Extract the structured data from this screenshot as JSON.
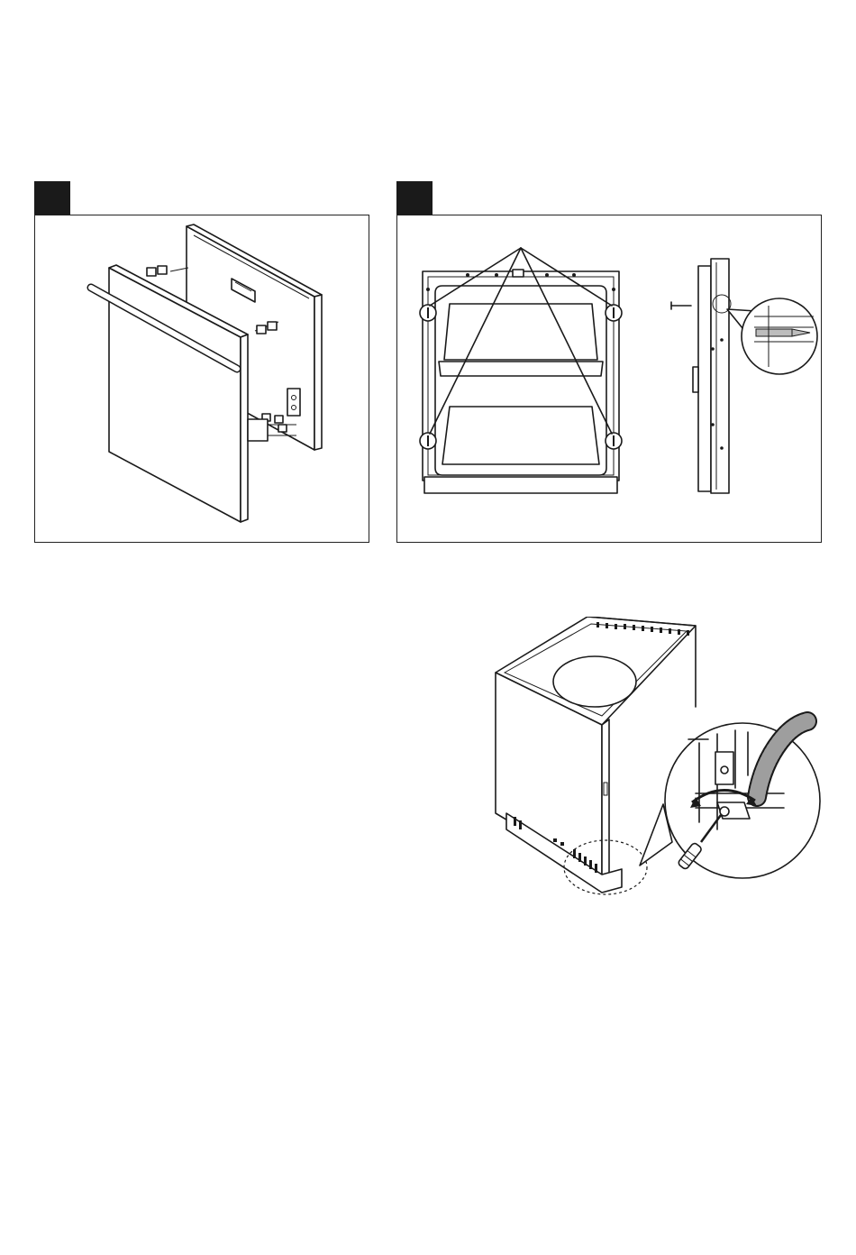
{
  "figures": [
    {
      "id": "door-panel-mounting",
      "step_tab": ""
    },
    {
      "id": "door-frame-screw-points",
      "step_tab": ""
    },
    {
      "id": "leveling-foot-adjustment",
      "step_tab": ""
    }
  ]
}
